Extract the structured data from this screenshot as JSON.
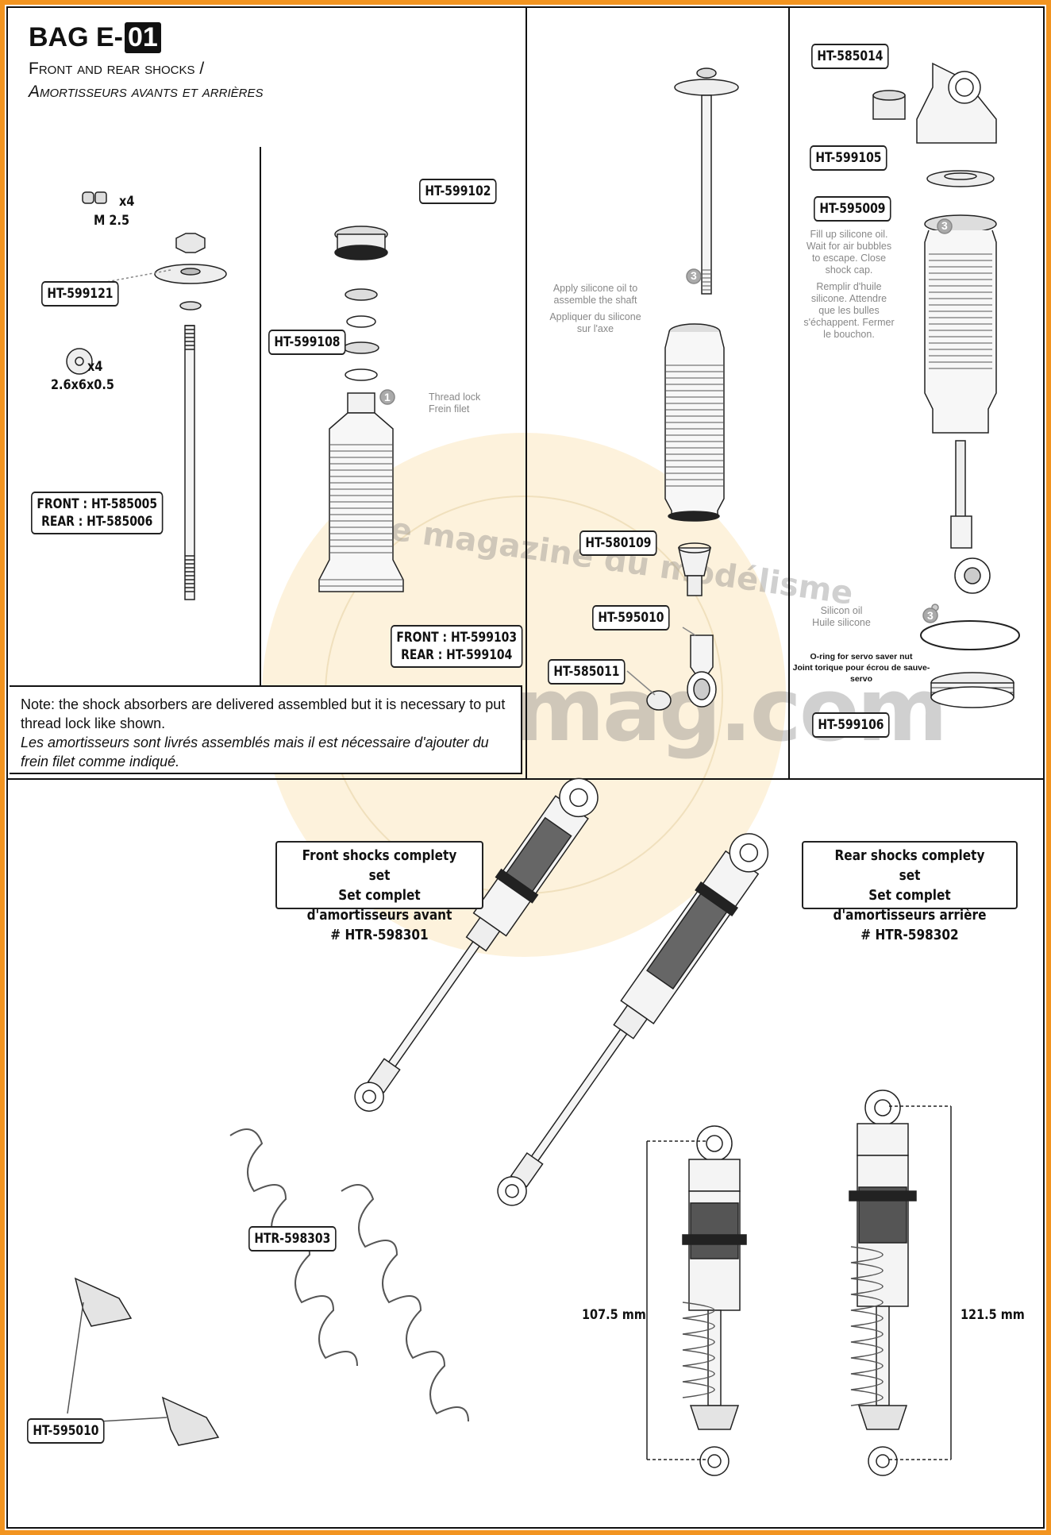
{
  "header": {
    "bag_prefix": "BAG E-",
    "bag_number": "01",
    "subtitle_en": "Front and rear shocks /",
    "subtitle_fr": "Amortisseurs avants et arrières"
  },
  "panel1": {
    "hardware_qty_1": "x4",
    "hardware_size_1": "M 2.5",
    "part_a": "HT-599121",
    "hardware_qty_2": "x4",
    "hardware_size_2": "2.6x6x0.5",
    "shaft_front": "FRONT : HT-585005",
    "shaft_rear": "REAR : HT-585006"
  },
  "panel2": {
    "part_cap": "HT-599102",
    "part_orings": "HT-599108",
    "step_number": "1",
    "thread_lock_en": "Thread lock",
    "thread_lock_fr": "Frein filet",
    "body_front": "FRONT : HT-599103",
    "body_rear": "REAR : HT-599104"
  },
  "note": {
    "en": "Note: the shock absorbers are delivered assembled but it is necessary to put thread lock like shown.",
    "fr": "Les amortisseurs sont livrés assemblés mais il est nécessaire d'ajouter du frein filet comme indiqué."
  },
  "panel3": {
    "step_number": "3",
    "silicone_en": "Apply silicone oil to assemble the shaft",
    "silicone_fr": "Appliquer du silicone sur l'axe",
    "part_collar": "HT-580109",
    "part_rod_end": "HT-595010",
    "part_ball": "HT-585011"
  },
  "panel4": {
    "part_bushing": "HT-585014",
    "part_top_cap": "HT-599105",
    "part_diaphragm": "HT-595009",
    "step_number_a": "3",
    "fill_en": "Fill up silicone oil. Wait for air bubbles to escape. Close shock cap.",
    "fill_fr": "Remplir d'huile silicone. Attendre que les bulles s'échappent. Fermer le bouchon.",
    "step_number_b": "3",
    "silicon_oil_en": "Silicon oil",
    "silicon_oil_fr": "Huile silicone",
    "oring_en": "O-ring for servo saver nut",
    "oring_fr": "Joint torique pour écrou de sauve-servo",
    "part_nut": "HT-599106"
  },
  "bottom": {
    "front_set_line1": "Front shocks complety set",
    "front_set_line2": "Set complet d'amortisseurs avant",
    "front_set_code": "# HTR-598301",
    "rear_set_line1": "Rear shocks complety set",
    "rear_set_line2": "Set complet d'amortisseurs arrière",
    "rear_set_code": "# HTR-598302",
    "part_springs": "HTR-598303",
    "part_spring_cups": "HT-595010",
    "front_length": "107.5 mm",
    "rear_length": "121.5 mm"
  },
  "watermark": {
    "arc_text": "Le magazine du modélisme",
    "site_text": "rcromag.com"
  }
}
